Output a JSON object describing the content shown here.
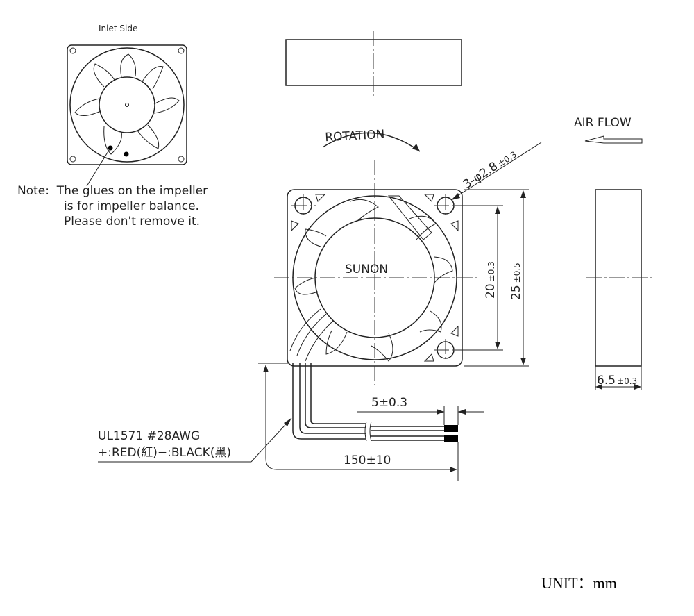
{
  "labels": {
    "inlet_side": "Inlet Side",
    "note_line1": "Note:  The glues on the impeller",
    "note_line2": "is for impeller balance.",
    "note_line3": "Please don't remove it.",
    "rotation": "ROTATION",
    "air_flow": "AIR FLOW",
    "brand": "SUNON",
    "hole_dim": "3-φ2.8",
    "hole_tol": "±0.3",
    "dim_20": "20",
    "dim_20_tol": "±0.3",
    "dim_25": "25",
    "dim_25_tol": "±0.5",
    "dim_65": "6.5",
    "dim_65_tol": "±0.3",
    "lead_strip": "5±0.3",
    "wire_spec": "UL1571  #28AWG",
    "wire_colors": "+:RED(紅)−:BLACK(黑)",
    "lead_length": "150±10",
    "unit": "UNIT：mm"
  }
}
